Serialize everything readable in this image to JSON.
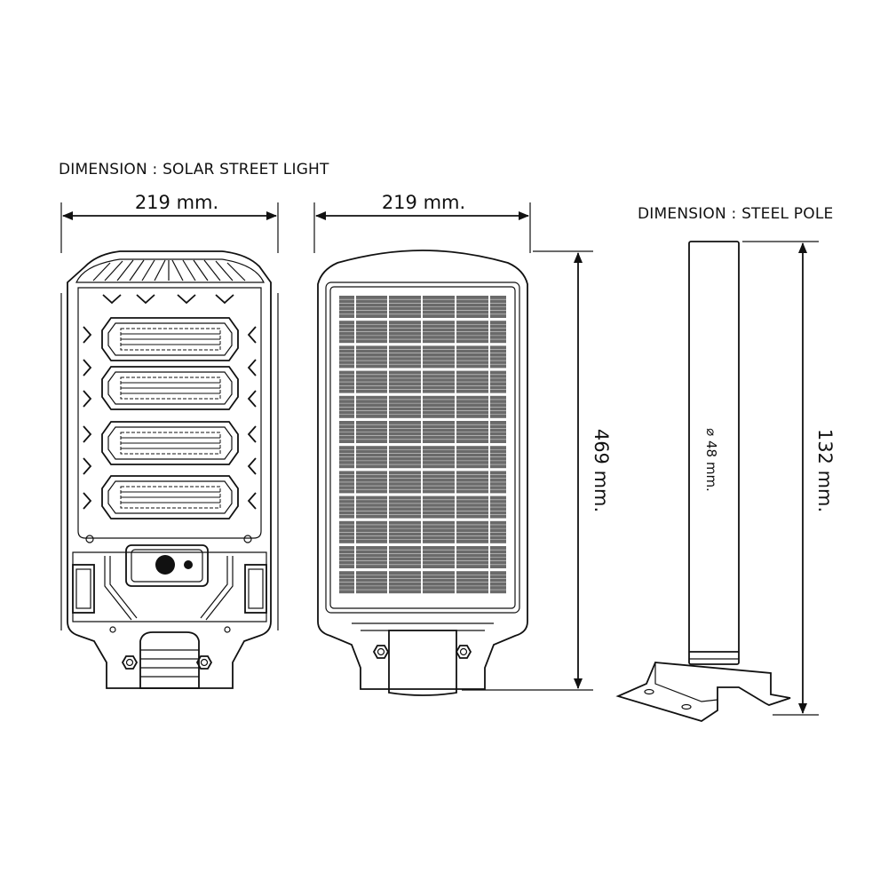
{
  "titles": {
    "light": "DIMENSION : SOLAR STREET LIGHT",
    "pole": "DIMENSION : STEEL POLE"
  },
  "dimensions": {
    "front_width": "219 mm.",
    "back_width": "219 mm.",
    "height": "469 mm.",
    "pole_height": "132 mm.",
    "pole_diameter": "⌀ 48 mm."
  },
  "colors": {
    "line": "#111111",
    "panel_cell": "#6a6a6a",
    "background": "#ffffff"
  }
}
